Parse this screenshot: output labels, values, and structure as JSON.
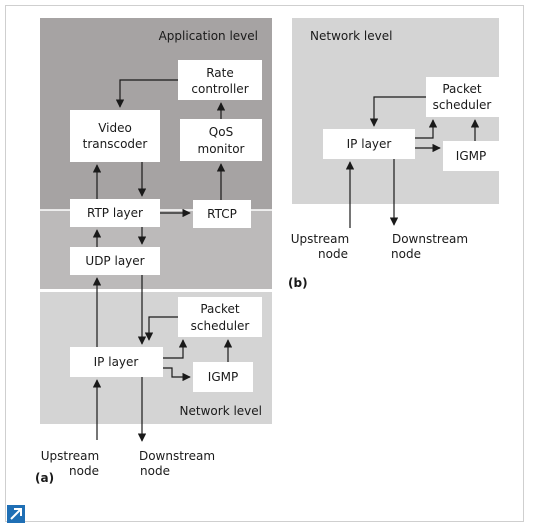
{
  "diagram_a": {
    "label": "(a)",
    "application_level": "Application level",
    "network_level": "Network level",
    "rate_controller": [
      "Rate",
      "controller"
    ],
    "video_transcoder": [
      "Video",
      "transcoder"
    ],
    "qos_monitor": [
      "QoS",
      "monitor"
    ],
    "rtp_layer": "RTP layer",
    "rtcp": "RTCP",
    "udp_layer": "UDP layer",
    "packet_scheduler": [
      "Packet",
      "scheduler"
    ],
    "ip_layer": "IP layer",
    "igmp": "IGMP",
    "upstream_node": [
      "Upstream",
      "node"
    ],
    "downstream_node": [
      "Downstream",
      "node"
    ]
  },
  "diagram_b": {
    "label": "(b)",
    "network_level": "Network level",
    "packet_scheduler": [
      "Packet",
      "scheduler"
    ],
    "ip_layer": "IP layer",
    "igmp": "IGMP",
    "upstream_node": [
      "Upstream",
      "node"
    ],
    "downstream_node": [
      "Downstream",
      "node"
    ]
  },
  "colors": {
    "application_bg": "#a6a3a3",
    "transport_bg": "#bcbaba",
    "network_bg": "#d4d4d4",
    "corner_icon": "#1f6fb5"
  },
  "icons": {
    "corner": "expand-arrow-icon"
  }
}
